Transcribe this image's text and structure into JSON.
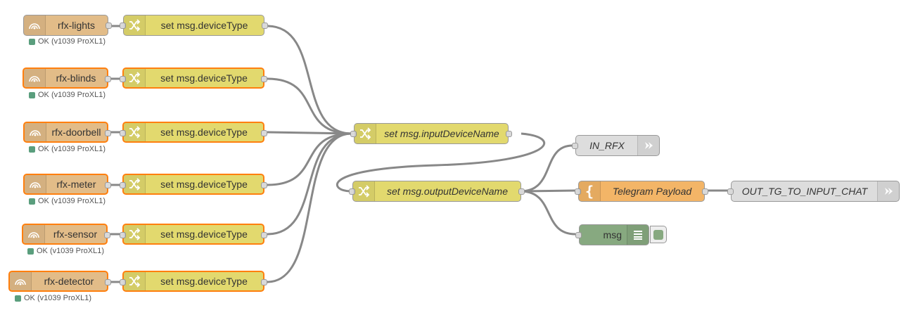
{
  "flow": {
    "input_nodes": [
      {
        "label": "rfx-lights",
        "status": "OK (v1039 ProXL1)"
      },
      {
        "label": "rfx-blinds",
        "status": "OK (v1039 ProXL1)"
      },
      {
        "label": "rfx-doorbell",
        "status": "OK (v1039 ProXL1)"
      },
      {
        "label": "rfx-meter",
        "status": "OK (v1039 ProXL1)"
      },
      {
        "label": "rfx-sensor",
        "status": "OK (v1039 ProXL1)"
      },
      {
        "label": "rfx-detector",
        "status": "OK (v1039 ProXL1)"
      }
    ],
    "change_nodes": [
      {
        "label": "set msg.deviceType"
      },
      {
        "label": "set msg.deviceType"
      },
      {
        "label": "set msg.deviceType"
      },
      {
        "label": "set msg.deviceType"
      },
      {
        "label": "set msg.deviceType"
      },
      {
        "label": "set msg.deviceType"
      }
    ],
    "input_device_name": {
      "label": "set msg.inputDeviceName"
    },
    "output_device_name": {
      "label": "set msg.outputDeviceName"
    },
    "link_in_rfx": {
      "label": "IN_RFX"
    },
    "telegram_payload": {
      "label": "Telegram Payload"
    },
    "link_out_tg": {
      "label": "OUT_TG_TO_INPUT_CHAT"
    },
    "debug": {
      "label": "msg"
    }
  },
  "colors": {
    "rfx": "#e2bc88",
    "change": "#e2d96e",
    "link": "#dddddd",
    "template": "#f3b567",
    "debug": "#87a980",
    "status_ok": "#5a9e7d",
    "wire": "#888888",
    "selected": "#ff7f0e"
  },
  "icons": {
    "rfx": "rfx-wave-icon",
    "change": "shuffle-icon",
    "link": "link-out-icon",
    "template": "brace-icon",
    "debug": "list-icon"
  }
}
